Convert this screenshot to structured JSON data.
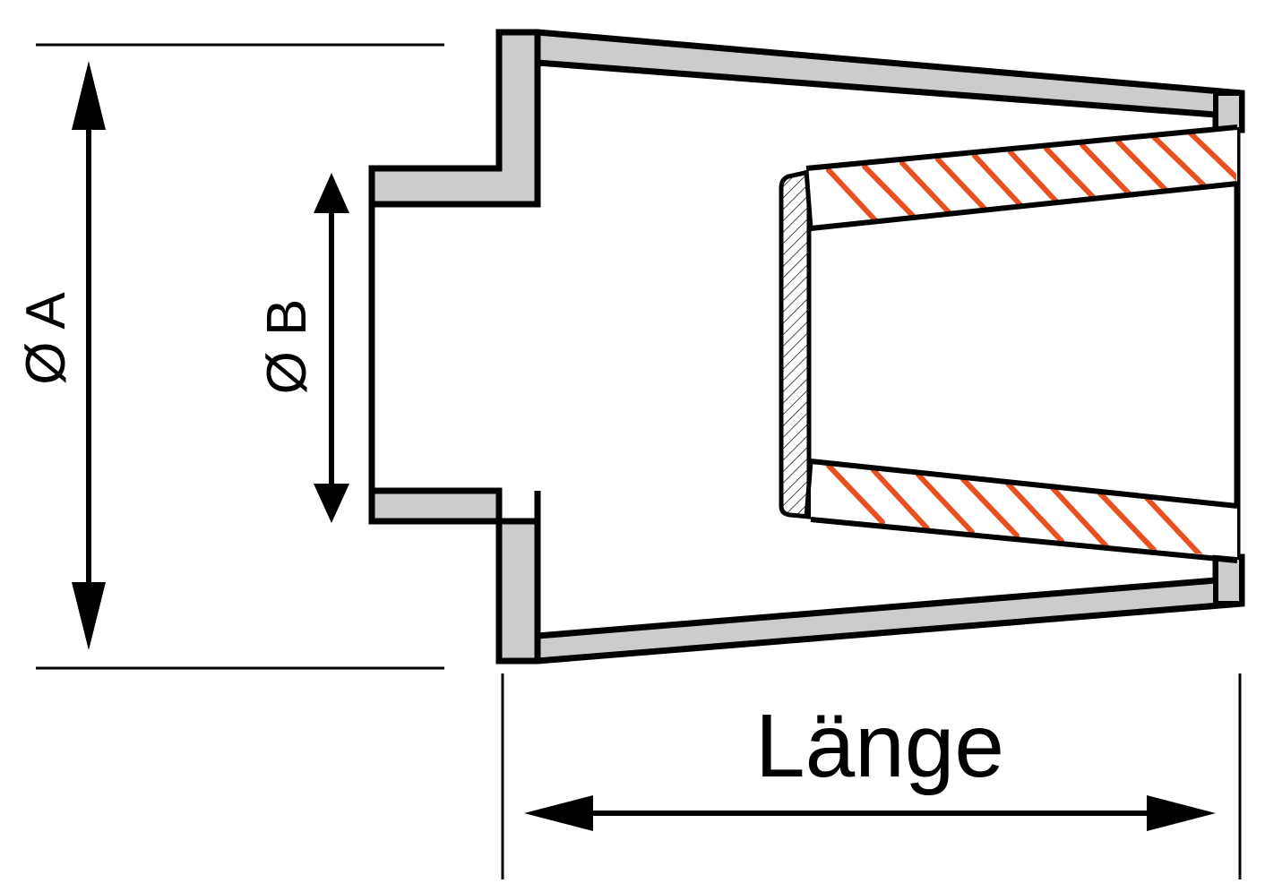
{
  "labels": {
    "diameter_a": "Ø A",
    "diameter_b": "Ø B",
    "length": "Länge"
  },
  "colors": {
    "outline": "#000000",
    "wall_fill": "#cccccc",
    "thread": "#e8511f",
    "background": "#ffffff"
  }
}
